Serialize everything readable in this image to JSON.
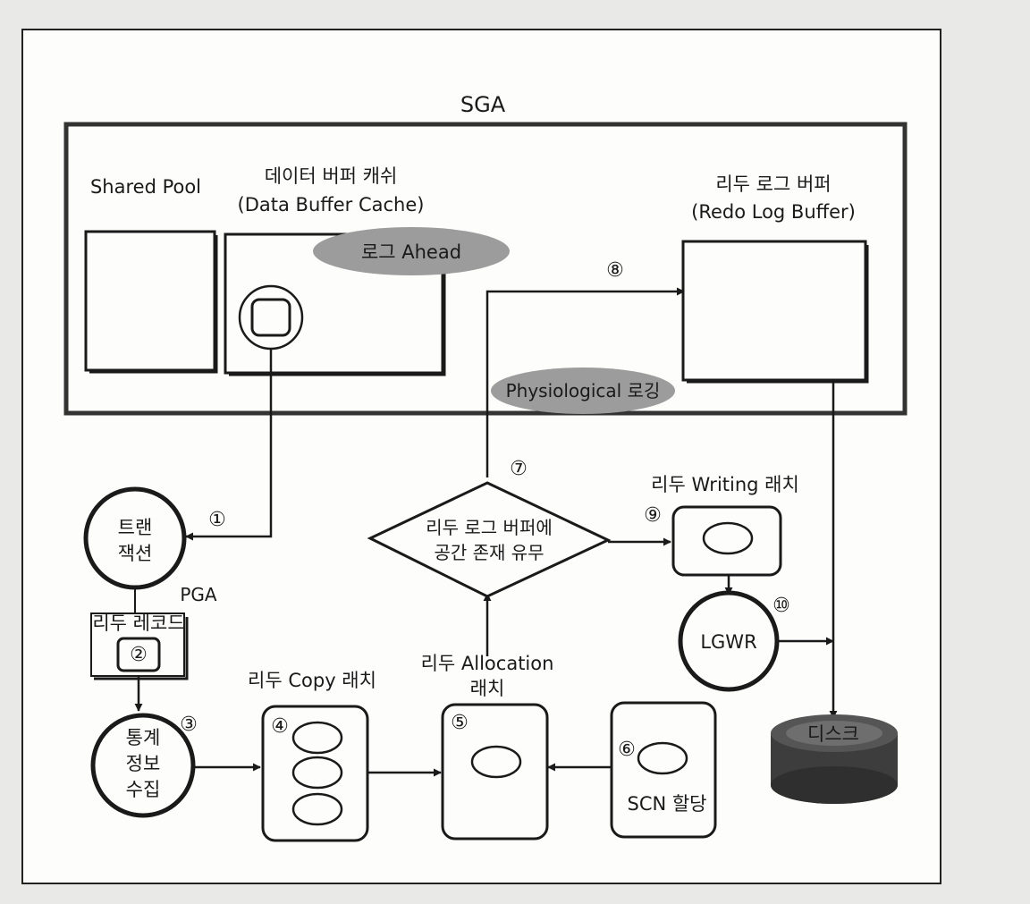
{
  "sga": {
    "title": "SGA"
  },
  "shared_pool": {
    "label": "Shared Pool"
  },
  "data_buffer_cache": {
    "label_ko": "데이터 버퍼 캐쉬",
    "label_en": "(Data Buffer Cache)"
  },
  "log_ahead": {
    "label": "로그 Ahead"
  },
  "redo_log_buffer": {
    "label_ko": "리두 로그 버퍼",
    "label_en": "(Redo Log Buffer)"
  },
  "physiological": {
    "label": "Physiological 로깅"
  },
  "transaction": {
    "line1": "트랜",
    "line2": "잭션"
  },
  "pga": {
    "label": "PGA"
  },
  "redo_record": {
    "label": "리두 레코드"
  },
  "stats": {
    "line1": "통계",
    "line2": "정보",
    "line3": "수집"
  },
  "redo_copy_latch": {
    "label": "리두 Copy 래치"
  },
  "redo_allocation_latch": {
    "line1": "리두 Allocation",
    "line2": "래치"
  },
  "scn": {
    "label": "SCN 할당"
  },
  "decision": {
    "line1": "리두 로그 버퍼에",
    "line2": "공간 존재 유무"
  },
  "redo_writing_latch": {
    "label": "리두 Writing 래치"
  },
  "lgwr": {
    "label": "LGWR"
  },
  "disk": {
    "label": "디스크"
  },
  "steps": {
    "s1": "①",
    "s2": "②",
    "s3": "③",
    "s4": "④",
    "s5": "⑤",
    "s6": "⑥",
    "s7": "⑦",
    "s8": "⑧",
    "s9": "⑨",
    "s10": "⑩"
  },
  "colors": {
    "line": "#1a1a1a",
    "ellipse_fill": "#9c9c9c",
    "disk_fill": "#3d3d3d",
    "paper": "#fdfdfb",
    "background": "#e9e9e7"
  }
}
